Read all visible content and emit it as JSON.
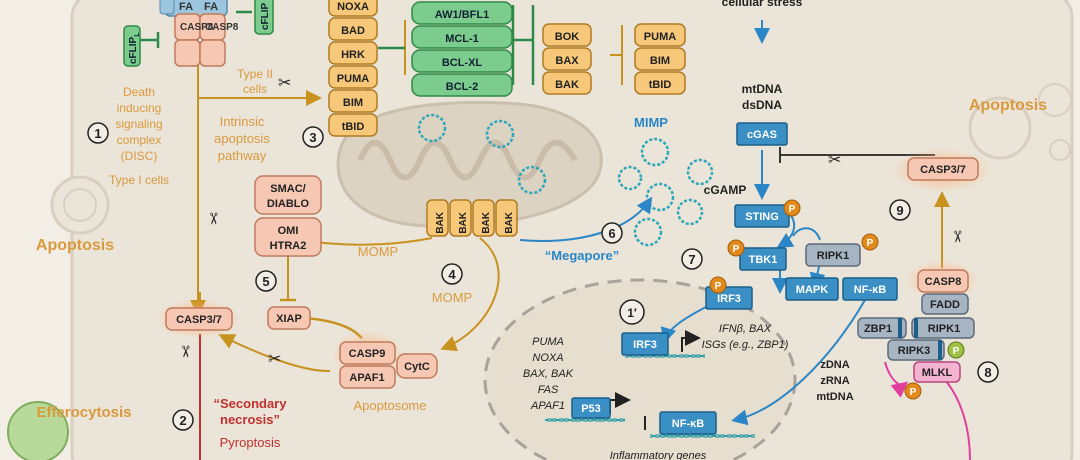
{
  "colors": {
    "background": "#f3eee5",
    "cell": "#ebe4d8",
    "orange_box": "#f7c879",
    "orange_stroke": "#b07a20",
    "green_box": "#7ccd8d",
    "green_stroke": "#2e8a48",
    "pink_box": "#f6c8b4",
    "pink_stroke": "#c07a5c",
    "blue_box": "#3a8fc4",
    "blue_stroke": "#1b5f8a",
    "orange_text": "#d99a3e",
    "blue_text": "#2a86c6",
    "red_text": "#c0312e",
    "arrow_orange": "#c8921f",
    "arrow_blue": "#2a86c6",
    "phospho": "#e38a1d",
    "phospho_green": "#9fc045"
  },
  "labels": {
    "cellular_stress": "cellular stress",
    "cflip": "cFLIP",
    "cflip_sub": "L",
    "fa1": "FA",
    "fa2": "FA",
    "casp8a": "CASP8",
    "casp8b": "CASP8",
    "disc": [
      "Death",
      "inducing",
      "signaling",
      "complex",
      "(DISC)",
      "Type I cells"
    ],
    "type2": [
      "Type II",
      "cells"
    ],
    "intrinsic": [
      "Intrinsic",
      "apoptosis",
      "pathway"
    ],
    "bh3": [
      "NOXA",
      "BAD",
      "HRK",
      "PUMA",
      "BIM",
      "tBID"
    ],
    "anti": [
      "AW1/BFL1",
      "MCL-1",
      "BCL-XL",
      "BCL-2"
    ],
    "effectors": [
      "BOK",
      "BAX",
      "BAK"
    ],
    "activators": [
      "PUMA",
      "BIM",
      "tBID"
    ],
    "mimp": "MIMP",
    "mtdna": "mtDNA",
    "dsdna": "dsDNA",
    "cgas": "cGAS",
    "apoptosis_right": "Apoptosis",
    "apoptosis_left": "Apoptosis",
    "casp37_right": "CASP3/7",
    "cgamp": "cGAMP",
    "sting": "STING",
    "n9": "9",
    "smac": [
      "SMAC/",
      "DIABLO"
    ],
    "omi": [
      "OMI",
      "HTRA2"
    ],
    "bak": "BAK",
    "tbk1": "TBK1",
    "ripk1_top": "RIPK1",
    "momp1": "MOMP",
    "n6": "6",
    "megapore": "“Megapore”",
    "n7": "7",
    "mapk": "MAPK",
    "nfkb_top": "NF-κB",
    "casp8_right": "CASP8",
    "fadd": "FADD",
    "n5": "5",
    "n4": "4",
    "momp2": "MOMP",
    "n1": "1",
    "n1p": "1′",
    "n2": "2",
    "n3": "3",
    "n8": "8",
    "casp37_left": "CASP3/7",
    "xiap": "XIAP",
    "irf3_top": "IRF3",
    "ifn": "IFNβ, BAX",
    "isgs": "ISGs (e.g., ZBP1)",
    "irf3_nuc": "IRF3",
    "zbp1": "ZBP1",
    "ripk1_nec": "RIPK1",
    "ripk3": "RIPK3",
    "mlkl": "MLKL",
    "casp9": "CASP9",
    "apaf1": "APAF1",
    "cytc": "CytC",
    "apoptosome": "Apoptosome",
    "p53_targets": [
      "PUMA",
      "NOXA",
      "BAX, BAK",
      "FAS",
      "APAF1"
    ],
    "p53": "P53",
    "nfkb_nuc": "NF-κB",
    "zna": [
      "zDNA",
      "zRNA",
      "mtDNA"
    ],
    "efferocytosis": "Efferocytosis",
    "secondary": [
      "“Secondary",
      "necrosis”"
    ],
    "pyroptosis": "Pyroptosis",
    "inflammatory": "Inflammatory genes",
    "p": "P"
  }
}
